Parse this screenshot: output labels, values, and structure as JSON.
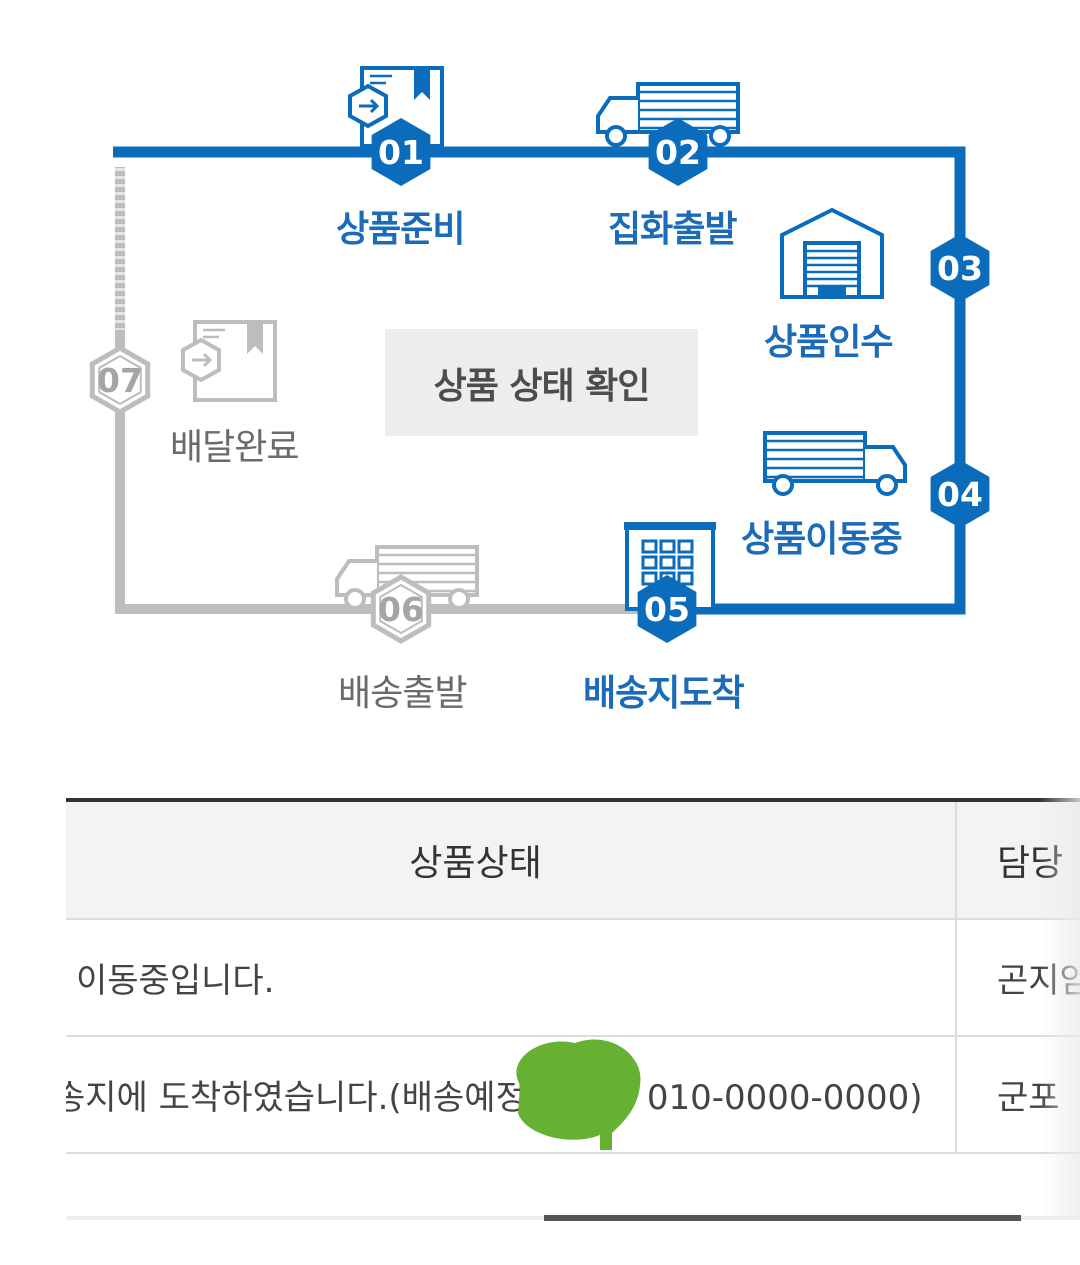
{
  "diagram": {
    "steps": [
      {
        "num": "01",
        "label": "상품준비",
        "icon": "box-icon",
        "done": true
      },
      {
        "num": "02",
        "label": "집화출발",
        "icon": "truck-icon",
        "done": true
      },
      {
        "num": "03",
        "label": "상품인수",
        "icon": "warehouse-icon",
        "done": true
      },
      {
        "num": "04",
        "label": "상품이동중",
        "icon": "truck-icon",
        "done": true
      },
      {
        "num": "05",
        "label": "배송지도착",
        "icon": "building-icon",
        "done": true
      },
      {
        "num": "06",
        "label": "배송출발",
        "icon": "truck-icon",
        "done": false
      },
      {
        "num": "07",
        "label": "배달완료",
        "icon": "box-icon",
        "done": false
      }
    ],
    "center_title": "상품 상태 확인"
  },
  "colors": {
    "accent": "#0a6cbb",
    "inactive": "#bdbdbd",
    "label_active": "#1b6bb8",
    "label_inactive": "#6a6a6a",
    "redaction": "#67b132"
  },
  "table": {
    "headers": [
      "상품상태",
      "담당"
    ],
    "rows": [
      {
        "status": "이동중입니다.",
        "handler": "곤지암"
      },
      {
        "status": "송지에 도착하였습니다.(배송예정",
        "status_tail": "010-0000-0000)",
        "handler": "군포"
      }
    ]
  }
}
